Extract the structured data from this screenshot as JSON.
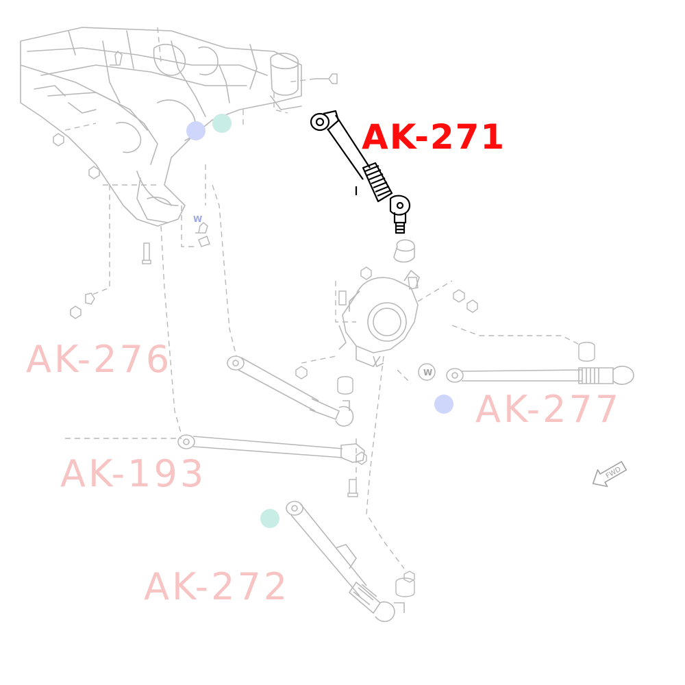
{
  "diagram": {
    "labels": {
      "ak271": "AK-271",
      "ak276": "AK-276",
      "ak277": "AK-277",
      "ak193": "AK-193",
      "ak272": "AK-272"
    },
    "markers": {
      "w": "W",
      "fwd": "FWD"
    },
    "colors": {
      "highlight_label": "#ff0d0d",
      "faded_label": "#f7c3c3",
      "line_art": "#b8b8b8",
      "highlight_part": "#000000",
      "dot_blue": "#cfd6fb",
      "dot_teal": "#c8ece6"
    }
  }
}
